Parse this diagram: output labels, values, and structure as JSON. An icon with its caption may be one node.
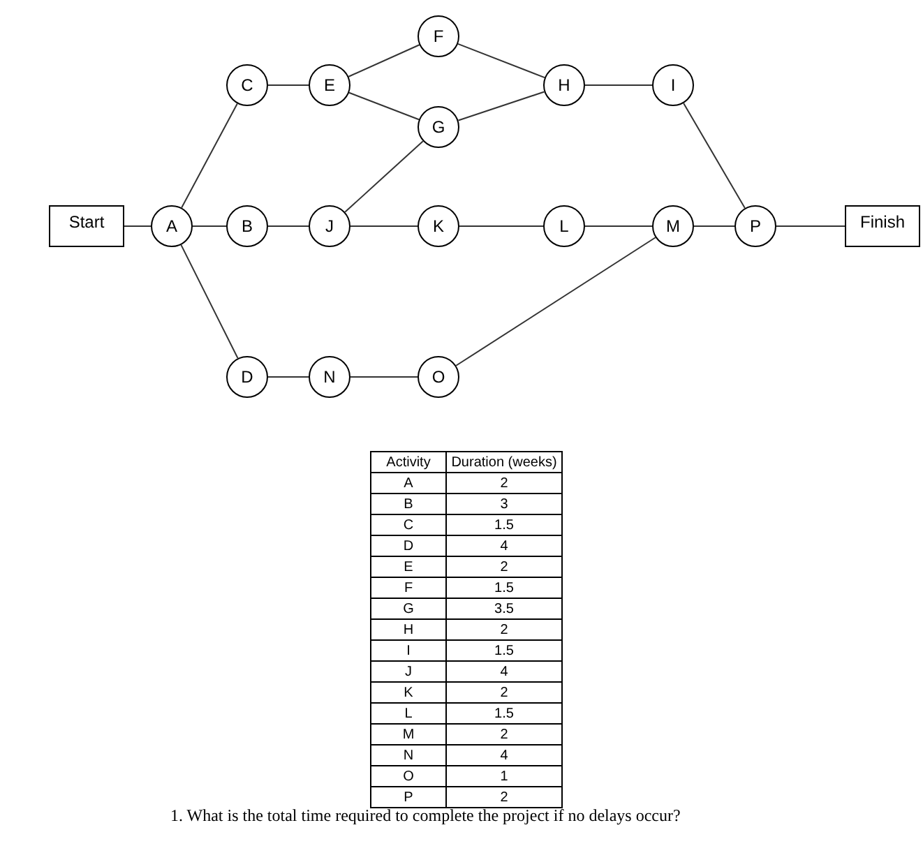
{
  "diagram": {
    "nodes": [
      {
        "text": [
          "Start"
        ]
      },
      {
        "text": [
          "A"
        ]
      },
      {
        "text": [
          "B"
        ]
      },
      {
        "text": [
          "C"
        ]
      },
      {
        "text": [
          "D"
        ]
      },
      {
        "text": [
          "E"
        ]
      },
      {
        "text": [
          "F"
        ]
      },
      {
        "text": [
          "G"
        ]
      },
      {
        "text": [
          "H"
        ]
      },
      {
        "text": [
          "I"
        ]
      },
      {
        "text": [
          "J"
        ]
      },
      {
        "text": [
          "K"
        ]
      },
      {
        "text": [
          "L"
        ]
      },
      {
        "text": [
          "M"
        ]
      },
      {
        "text": [
          "N"
        ]
      },
      {
        "text": [
          "O"
        ]
      },
      {
        "text": [
          "P"
        ]
      },
      {
        "text": [
          "Finish"
        ]
      }
    ],
    "edges": [
      {
        "from": 0,
        "to": 1,
        "arrow": "none"
      },
      {
        "from": 1,
        "to": 3,
        "arrow": "none"
      },
      {
        "from": 1,
        "to": 2,
        "arrow": "none"
      },
      {
        "from": 1,
        "to": 4,
        "arrow": "none"
      },
      {
        "from": 3,
        "to": 5,
        "arrow": "none"
      },
      {
        "from": 5,
        "to": 6,
        "arrow": "none"
      },
      {
        "from": 5,
        "to": 7,
        "arrow": "none"
      },
      {
        "from": 6,
        "to": 8,
        "arrow": "none"
      },
      {
        "from": 7,
        "to": 8,
        "arrow": "none"
      },
      {
        "from": 8,
        "to": 9,
        "arrow": "none"
      },
      {
        "from": 9,
        "to": 16,
        "arrow": "none"
      },
      {
        "from": 2,
        "to": 10,
        "arrow": "none"
      },
      {
        "from": 10,
        "to": 7,
        "arrow": "none"
      },
      {
        "from": 10,
        "to": 11,
        "arrow": "none"
      },
      {
        "from": 11,
        "to": 12,
        "arrow": "none"
      },
      {
        "from": 12,
        "to": 13,
        "arrow": "none"
      },
      {
        "from": 13,
        "to": 16,
        "arrow": "none"
      },
      {
        "from": 4,
        "to": 14,
        "arrow": "none"
      },
      {
        "from": 14,
        "to": 15,
        "arrow": "none"
      },
      {
        "from": 15,
        "to": 13,
        "arrow": "none"
      },
      {
        "from": 16,
        "to": 17,
        "arrow": "none"
      }
    ],
    "labels": [
      "Activity",
      "Duration (weeks)",
      "A",
      "2",
      "B",
      "3",
      "C",
      "1.5",
      "D",
      "4",
      "E",
      "2",
      "F",
      "1.5",
      "G",
      "3.5",
      "H",
      "2",
      "I",
      "1.5",
      "J",
      "4",
      "K",
      "2",
      "L",
      "1.5",
      "M",
      "2",
      "N",
      "4",
      "O",
      "1",
      "P",
      "2",
      "1. What is the total time required to complete the project if no delays occur?"
    ]
  }
}
